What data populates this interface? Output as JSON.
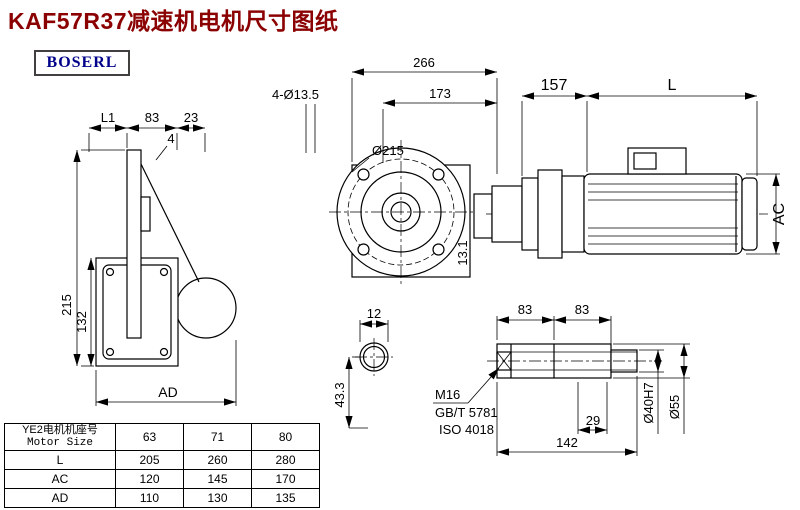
{
  "page": {
    "title": "KAF57R37减速机电机尺寸图纸",
    "logo": "BOSERL"
  },
  "dims": {
    "front": {
      "w266": "266",
      "w173": "173",
      "holes": "4-Ø13.5",
      "d215": "Ø215",
      "t131": "13.1"
    },
    "right": {
      "w157": "157",
      "L": "L",
      "AC": "AC"
    },
    "left": {
      "L1": "L1",
      "w83": "83",
      "w23": "23",
      "t4": "4",
      "h215": "215",
      "h132": "132",
      "AD": "AD"
    },
    "section": {
      "w12": "12",
      "h433": "43.3"
    },
    "shaft": {
      "a83": "83",
      "b83": "83",
      "thread": "M16",
      "std1": "GB/T 5781",
      "std2": "ISO 4018",
      "w29": "29",
      "w142": "142",
      "d40": "Ø40H7",
      "d55": "Ø55"
    }
  },
  "table": {
    "header_cn": "YE2电机机座号",
    "header_en": "Motor Size",
    "sizes": [
      "63",
      "71",
      "80"
    ],
    "rows": [
      {
        "label": "L",
        "values": [
          "205",
          "260",
          "280"
        ]
      },
      {
        "label": "AC",
        "values": [
          "120",
          "145",
          "170"
        ]
      },
      {
        "label": "AD",
        "values": [
          "110",
          "130",
          "135"
        ]
      }
    ]
  }
}
